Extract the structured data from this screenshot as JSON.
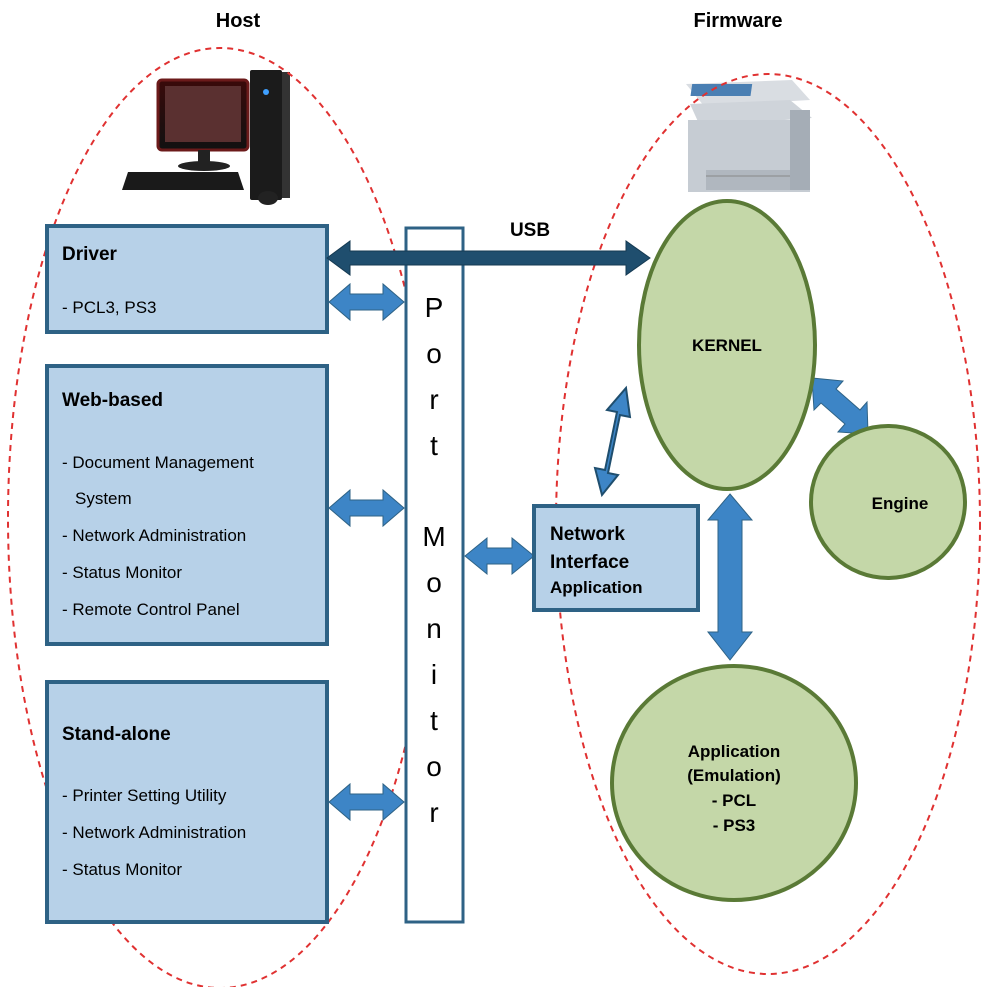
{
  "host": {
    "title": "Host"
  },
  "firmware": {
    "title": "Firmware"
  },
  "usb": {
    "label": "USB"
  },
  "driver_box": {
    "title": "Driver",
    "items": [
      "- PCL3,  PS3"
    ]
  },
  "web_box": {
    "title": "Web-based",
    "items": [
      "- Document Management",
      "System",
      "- Network Administration",
      "- Status Monitor",
      "- Remote Control Panel"
    ]
  },
  "standalone_box": {
    "title": "Stand-alone",
    "items": [
      "- Printer Setting Utility",
      "- Network Administration",
      "- Status Monitor"
    ]
  },
  "port_monitor": {
    "letters": [
      "P",
      "o",
      "r",
      "t",
      "M",
      "o",
      "n",
      "i",
      "t",
      "o",
      "r"
    ]
  },
  "network_box": {
    "lines": [
      "Network",
      "Interface",
      "Application"
    ]
  },
  "kernel": {
    "label": "KERNEL"
  },
  "engine": {
    "label": "Engine"
  },
  "application": {
    "lines": [
      "Application",
      "(Emulation)",
      "- PCL",
      "- PS3"
    ]
  },
  "colors": {
    "box_fill": "#b7d1e8",
    "box_stroke": "#2e6285",
    "arrow_fill": "#3d85c6",
    "usb_arrow": "#1f4e6e",
    "circle_fill": "#c4d7a8",
    "circle_stroke": "#5a7a36",
    "dashed": "#e03131"
  },
  "icons": {
    "host_image": "desktop-computer-icon",
    "firmware_image": "printer-icon"
  }
}
